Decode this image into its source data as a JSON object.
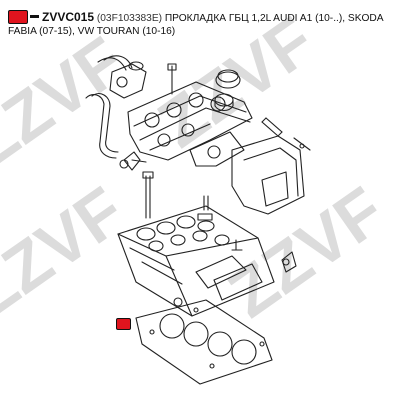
{
  "header": {
    "code": "ZVVC015",
    "oem_number": "(03F103383E)",
    "description": "ПРОКЛАДКА ГБЦ 1,2L AUDI A1 (10-..), SKODA FABIA (07-15), VW TOURAN (10-16)"
  },
  "watermark": {
    "text": "ZZVF",
    "color": "#dcdcdc"
  },
  "colors": {
    "marker": "#e0141e",
    "line": "#222222"
  }
}
